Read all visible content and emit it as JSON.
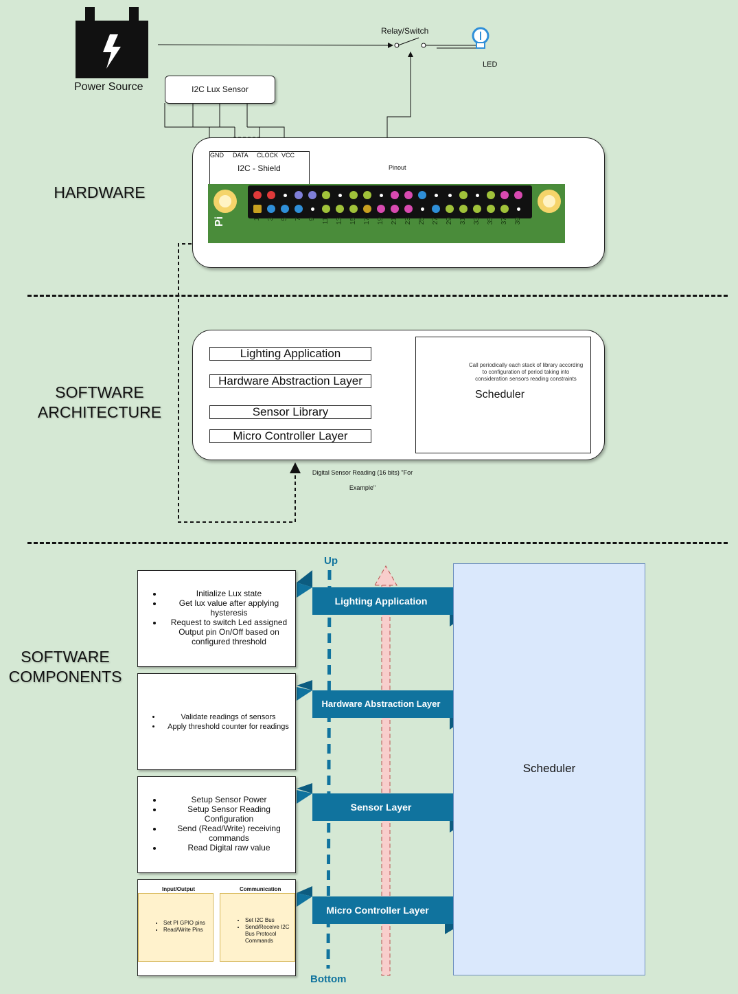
{
  "hardware": {
    "section_title": "HARDWARE",
    "power_source_label": "Power Source",
    "relay_label": "Relay/Switch",
    "led_label": "LED",
    "lux_sensor_label": "I2C Lux Sensor",
    "shield_label": "I2C - Shield",
    "pins": [
      "GND",
      "DATA",
      "CLOCK",
      "VCC"
    ],
    "pinout_label": "Pinout",
    "board_label": "Pi",
    "pin_numbers": [
      "1",
      "3",
      "5",
      "7",
      "9",
      "11",
      "13",
      "15",
      "17",
      "19",
      "21",
      "23",
      "25",
      "27",
      "29",
      "31",
      "33",
      "35",
      "37",
      "39"
    ]
  },
  "software_architecture": {
    "section_title_line1": "SOFTWARE",
    "section_title_line2": "ARCHITECTURE",
    "layers": [
      "Lighting Application",
      "Hardware Abstraction Layer",
      "Sensor Library",
      "Micro Controller Layer"
    ],
    "scheduler_label": "Scheduler",
    "scheduler_note": "Call periodically each stack of library according to configuration of period taking into consideration sensors reading constraints",
    "reading_note": "Digital Sensor Reading (16 bits) \"For Example\""
  },
  "software_components": {
    "section_title_line1": "SOFTWARE",
    "section_title_line2": "COMPONENTS",
    "up_label": "Up",
    "bottom_label": "Bottom",
    "scheduler_label": "Scheduler",
    "banners": [
      "Lighting Application",
      "Hardware Abstraction Layer",
      "Sensor Layer",
      "Micro Controller Layer"
    ],
    "lighting_items": [
      "Initialize Lux state",
      "Get lux value after applying hysteresis",
      "Request to switch Led assigned Output pin On/Off based on configured threshold"
    ],
    "hal_items": [
      "Validate readings of sensors",
      "Apply threshold counter for readings"
    ],
    "sensor_items": [
      "Setup Sensor Power",
      "Setup Sensor Reading Configuration",
      "Send (Read/Write) receiving commands",
      "Read Digital raw value"
    ],
    "io_title": "Input/Output",
    "io_items": [
      "Set PI GPIO pins",
      "Read/Write Pins"
    ],
    "comm_title": "Communication",
    "comm_items": [
      "Set I2C Bus",
      "Send/Receive I2C Bus Protocol Commands"
    ]
  },
  "colors": {
    "background": "#d5e8d4",
    "banner": "#10739e",
    "scheduler_fill": "#dae8fc",
    "sticky": "#fff2cc",
    "arrow_pink": "#f8cecc"
  }
}
